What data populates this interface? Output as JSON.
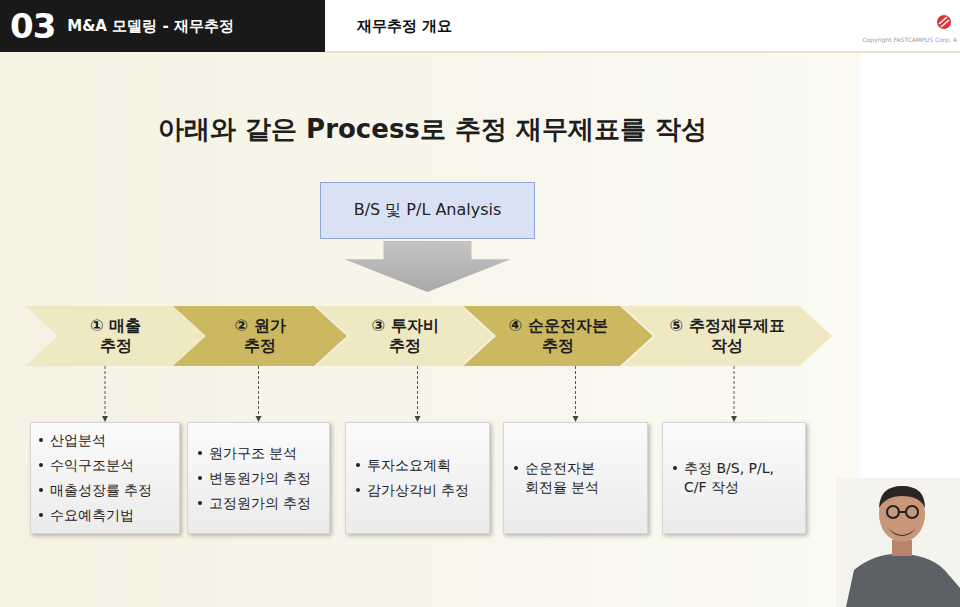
{
  "diagram": {
    "title": "아래와 같은 Process로 추정 재무제표를 작성",
    "nodes": [
      {
        "text": [
          "03",
          "M&A 모델링 - 재무추정"
        ]
      },
      {
        "text": [
          "B/S 및 P/L Analysis"
        ]
      },
      {
        "text": [
          "① 매출 추정"
        ]
      },
      {
        "text": [
          "② 원가 추정"
        ]
      },
      {
        "text": [
          "③ 투자비 추정"
        ]
      },
      {
        "text": [
          "④ 순운전자본 추정"
        ]
      },
      {
        "text": [
          "⑤ 추정재무제표 작성"
        ]
      },
      {
        "text": [
          "산업분석",
          "수익구조분석",
          "매출성장률 추정",
          "수요예측기법"
        ]
      },
      {
        "text": [
          "원가구조 분석",
          "변동원가의 추정",
          "고정원가의 추정"
        ]
      },
      {
        "text": [
          "투자소요계획",
          "감가상각비 추정"
        ]
      },
      {
        "text": [
          "순운전자본 회전율 분석"
        ]
      },
      {
        "text": [
          "추정 B/S, P/L, C/F 작성"
        ]
      }
    ],
    "edges": [
      {
        "from": 1,
        "to": 4,
        "arrow": "to"
      },
      {
        "from": 2,
        "to": 7,
        "arrow": "to"
      },
      {
        "from": 3,
        "to": 8,
        "arrow": "to"
      },
      {
        "from": 4,
        "to": 9,
        "arrow": "to"
      },
      {
        "from": 5,
        "to": 10,
        "arrow": "to"
      },
      {
        "from": 6,
        "to": 11,
        "arrow": "to"
      }
    ],
    "labels": [
      "재무추정 개요",
      "Copyright FASTCAMPUS Corp. A"
    ]
  }
}
